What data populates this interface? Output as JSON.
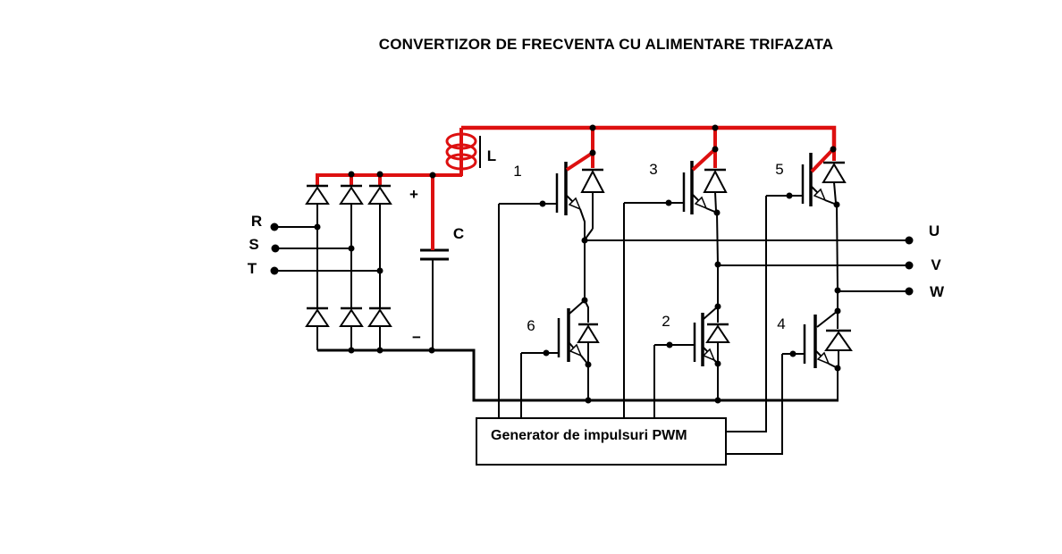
{
  "title": "CONVERTIZOR DE FRECVENTA CU ALIMENTARE TRIFAZATA",
  "inputs": {
    "r": "R",
    "s": "S",
    "t": "T"
  },
  "dc_link": {
    "plus_label": "+",
    "minus_label": "−",
    "capacitor_label": "C",
    "inductor_label": "L"
  },
  "igbts": {
    "q1": "1",
    "q3": "3",
    "q5": "5",
    "q6": "6",
    "q2": "2",
    "q4": "4"
  },
  "outputs": {
    "u": "U",
    "v": "V",
    "w": "W"
  },
  "pwm": {
    "label": "Generator de impulsuri PWM"
  },
  "colors": {
    "wire": "#000000",
    "dc_path_highlight": "#dd1010",
    "pwm_text": "#c2222a"
  }
}
